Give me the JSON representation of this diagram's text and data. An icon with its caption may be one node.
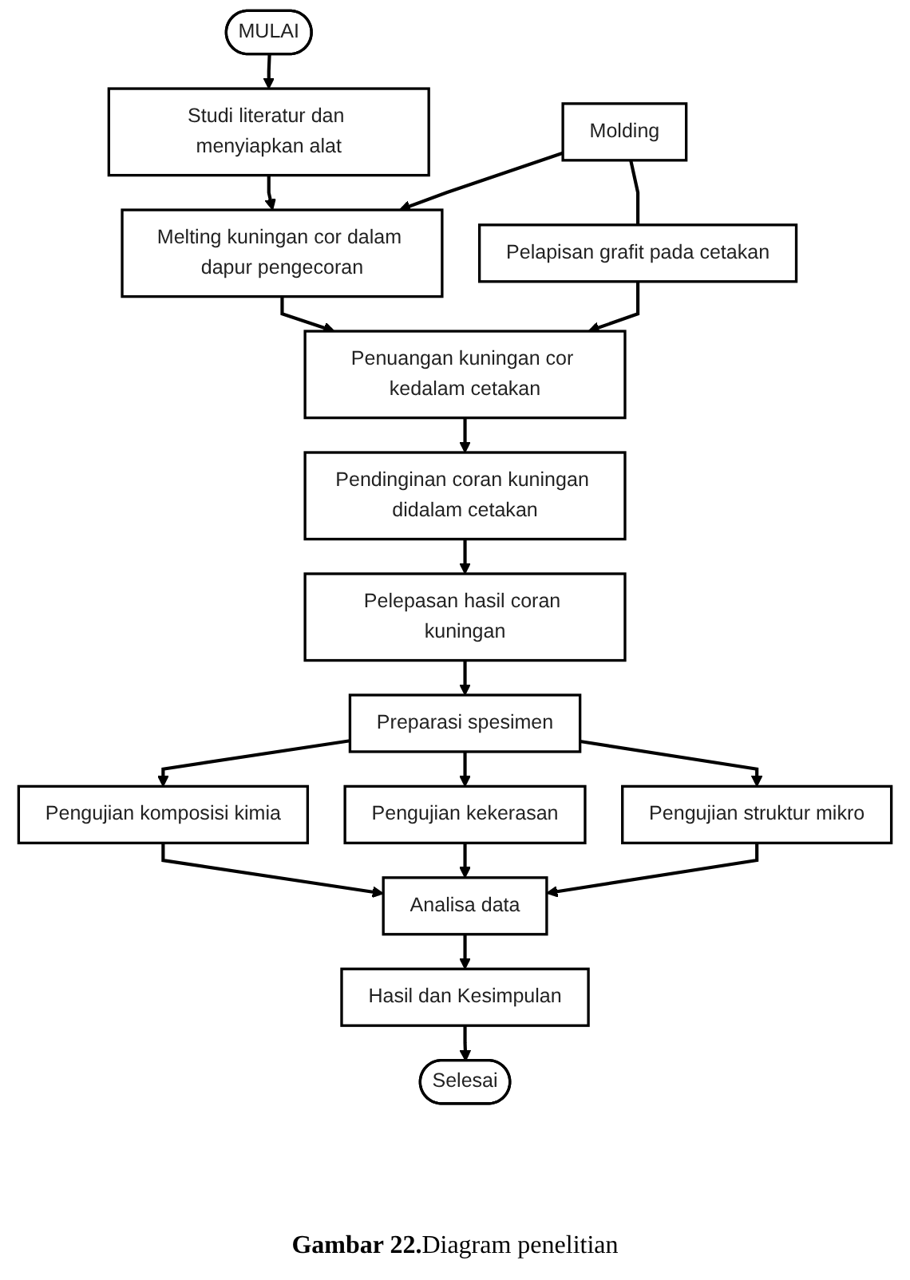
{
  "diagram": {
    "caption": "**Gambar 22.**Diagram penelitian",
    "nodes": [
      {
        "text": [
          "MULAI"
        ]
      },
      {
        "text": [
          "Studi literatur dan menyiapkan alat"
        ]
      },
      {
        "text": [
          "Molding"
        ]
      },
      {
        "text": [
          "Melting kuningan cor dalam dapur pengecoran"
        ]
      },
      {
        "text": [
          "Penuangan kuningan cor kedalam cetakan"
        ]
      },
      {
        "text": [
          "Pelapisan grafit pada cetakan"
        ]
      },
      {
        "text": [
          "Pendinginan coran kuningan didalam cetakan"
        ]
      },
      {
        "text": [
          "Pelepasan hasil coran kuningan"
        ]
      },
      {
        "text": [
          "Preparasi spesimen"
        ]
      },
      {
        "text": [
          "Pengujian komposisi kimia"
        ]
      },
      {
        "text": [
          "Pengujian kekerasan"
        ]
      },
      {
        "text": [
          "Pengujian struktur mikro"
        ]
      },
      {
        "text": [
          "Analisa data"
        ]
      },
      {
        "text": [
          "Hasil dan Kesimpulan"
        ]
      },
      {
        "text": [
          "Selesai"
        ]
      }
    ],
    "edges": [
      {
        "from": 0,
        "to": 1,
        "arrow": "to"
      },
      {
        "from": 1,
        "to": 3,
        "arrow": "to"
      },
      {
        "from": 2,
        "to": 3,
        "arrow": "to"
      },
      {
        "from": 2,
        "to": 5,
        "arrow": "none"
      },
      {
        "from": 3,
        "to": 4,
        "arrow": "to"
      },
      {
        "from": 5,
        "to": 4,
        "arrow": "to"
      },
      {
        "from": 4,
        "to": 6,
        "arrow": "to"
      },
      {
        "from": 6,
        "to": 7,
        "arrow": "to"
      },
      {
        "from": 7,
        "to": 8,
        "arrow": "to"
      },
      {
        "from": 8,
        "to": 9,
        "arrow": "to"
      },
      {
        "from": 8,
        "to": 10,
        "arrow": "to"
      },
      {
        "from": 8,
        "to": 11,
        "arrow": "to"
      },
      {
        "from": 9,
        "to": 12,
        "arrow": "to"
      },
      {
        "from": 10,
        "to": 12,
        "arrow": "to"
      },
      {
        "from": 11,
        "to": 12,
        "arrow": "to"
      },
      {
        "from": 12,
        "to": 13,
        "arrow": "to"
      },
      {
        "from": 13,
        "to": 14,
        "arrow": "to"
      }
    ]
  }
}
